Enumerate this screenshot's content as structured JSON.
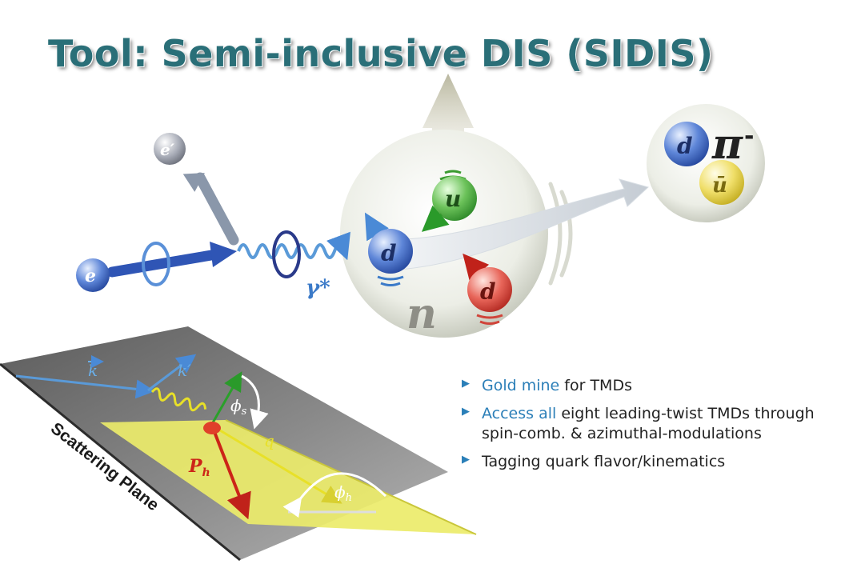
{
  "title": "Tool: Semi-inclusive DIS (SIDIS)",
  "colors": {
    "title": "#2a6f78",
    "highlight": "#2c7fb8",
    "electron": "#2f55b5",
    "u_quark": "#4aa040",
    "d_quark_red": "#d9453a",
    "ubar_quark": "#e8d24a"
  },
  "diagram": {
    "electron_in": "e",
    "electron_out": "e′",
    "photon": "γ*",
    "struck_quark": "d",
    "u_quark": "u",
    "d_quark": "d",
    "nucleon": "n",
    "pion_d": "d",
    "pion_ubar": "ū",
    "pion_name": "π",
    "pion_charge": "-"
  },
  "scattering_plane": {
    "label": "Scattering Plane",
    "k": "k",
    "k_prime": "k′",
    "q": "q",
    "Ph": "P",
    "Ph_sub": "h",
    "phi_s": "ϕ",
    "phi_s_sub": "s",
    "phi_h": "ϕ",
    "phi_h_sub": "h"
  },
  "bullets": [
    {
      "highlight": "Gold mine",
      "text": " for TMDs"
    },
    {
      "highlight": "Access all",
      "text": " eight leading-twist TMDs through spin-comb. & azimuthal-modulations"
    },
    {
      "highlight": "",
      "text": "Tagging quark flavor/kinematics"
    }
  ]
}
